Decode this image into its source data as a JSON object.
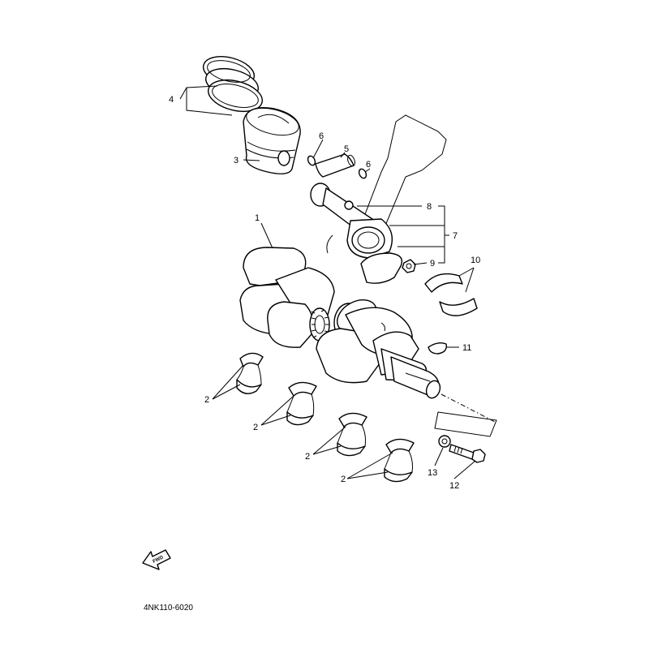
{
  "callouts": {
    "c1": "1",
    "c2a": "2",
    "c2b": "2",
    "c2c": "2",
    "c2d": "2",
    "c3": "3",
    "c4": "4",
    "c5": "5",
    "c6a": "6",
    "c6b": "6",
    "c7": "7",
    "c8": "8",
    "c9": "9",
    "c10": "10",
    "c11": "11",
    "c12": "12",
    "c13": "13"
  },
  "forward_badge": "FWD",
  "diagram_code": "4NK110-6020"
}
